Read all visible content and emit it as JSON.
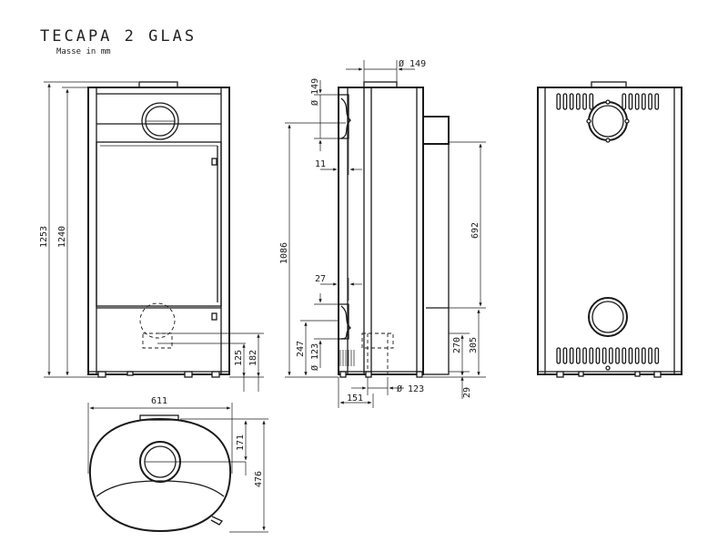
{
  "header": {
    "title": "TECAPA 2 GLAS",
    "subtitle": "Masse in mm"
  },
  "dims": {
    "front_height_total": "1253",
    "front_height_body": "1240",
    "front_outlet_125": "125",
    "front_outlet_182": "182",
    "side_top_pipe_dia": "Ø 149",
    "side_top_pipe_dia2": "Ø 149",
    "side_offset_11": "11",
    "side_height_1086": "1086",
    "side_offset_27": "27",
    "side_height_247": "247",
    "side_air_dia": "Ø 123",
    "side_air_dia2": "Ø 123",
    "side_depth_151": "151",
    "side_height_692": "692",
    "side_height_270": "270",
    "side_height_305": "305",
    "side_height_29": "29",
    "top_width_611": "611",
    "top_offset_171": "171",
    "top_depth_476": "476"
  },
  "colors": {
    "line": "#1a1a1a",
    "background": "#ffffff"
  }
}
